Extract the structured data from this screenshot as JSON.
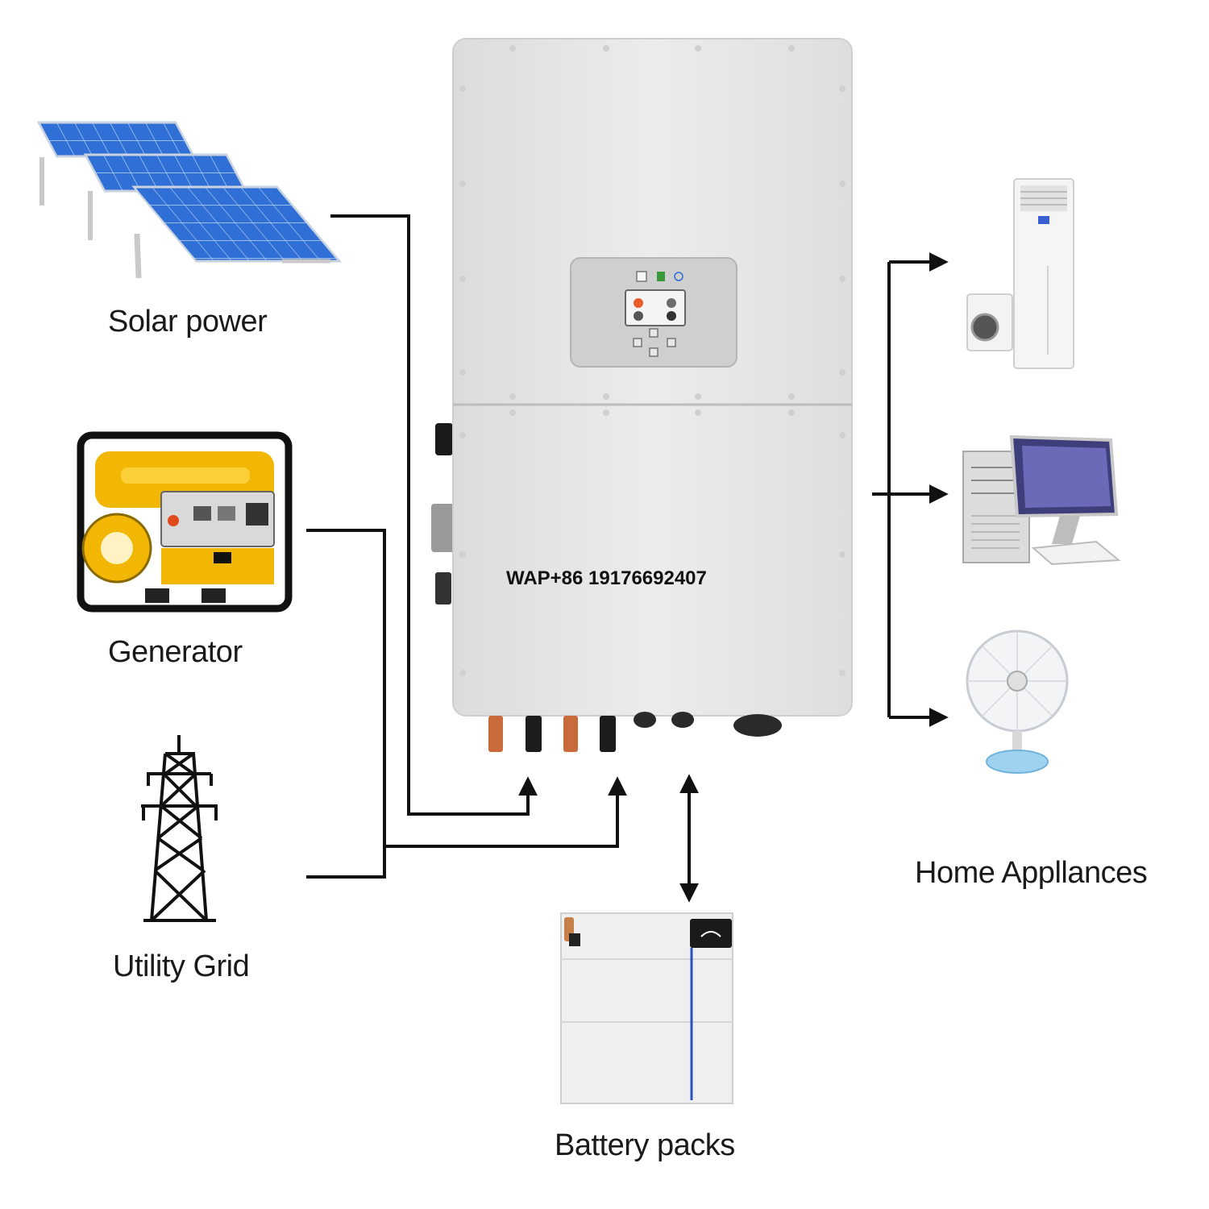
{
  "sources": {
    "solar": {
      "label": "Solar power"
    },
    "generator": {
      "label": "Generator"
    },
    "grid": {
      "label": "Utility Grid"
    }
  },
  "inverter": {
    "contact": "WAP+86 19176692407"
  },
  "battery": {
    "label": "Battery packs"
  },
  "appliances": {
    "label": "Home Appllances"
  },
  "colors": {
    "line": "#111111",
    "inverter_body": "#e9e9e9",
    "panel_blue": "#2f6fd6",
    "generator_yellow": "#f2b705"
  }
}
